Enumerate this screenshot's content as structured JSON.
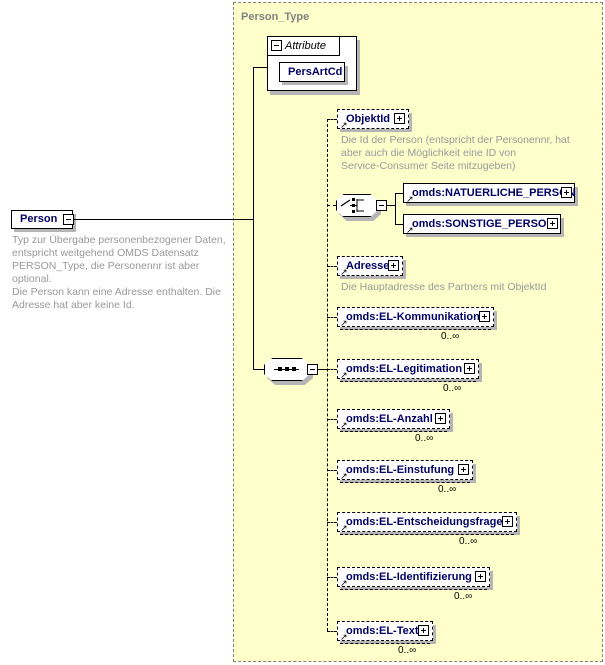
{
  "diagram": {
    "kind": "xml-schema-element-diagram",
    "root": {
      "name": "Person",
      "collapse_icon": "minus-icon",
      "annotation": "Typ zur Übergabe personenbezogener Daten,\nentspricht weitgehend OMDS Datensatz\nPERSON_Type, die Personennr ist aber optional.\nDie Person kann eine Adresse enthalten. Die\nAdresse hat aber keine Id."
    },
    "type_box": {
      "title": "Person_Type"
    },
    "attribute_group": {
      "label": "Attribute",
      "collapse_icon": "minus-icon",
      "attributes": [
        {
          "name": "PersArtCd"
        }
      ]
    },
    "sequence": {
      "compositor": "sequence",
      "collapse_icon": "minus-icon"
    },
    "choice": {
      "compositor": "choice",
      "collapse_icon": "minus-icon",
      "options": [
        {
          "name": "omds:NATUERLICHE_PERSON",
          "expand_icon": "plus-icon",
          "required": true
        },
        {
          "name": "omds:SONSTIGE_PERSON",
          "expand_icon": "plus-icon",
          "required": true
        }
      ]
    },
    "children": [
      {
        "name": "ObjektId",
        "expand_icon": "plus-icon",
        "optional": true,
        "repeatable": false,
        "occurs": "",
        "annotation": "Die Id der Person (entspricht der Personennr, hat\naber auch die Möglichkeit eine ID von\nService-Consumer Seite mitzugeben)"
      },
      {
        "name": "Adresse",
        "expand_icon": "plus-icon",
        "optional": true,
        "repeatable": false,
        "occurs": "",
        "annotation": "Die Hauptadresse des Partners mit ObjektId"
      },
      {
        "name": "omds:EL-Kommunikation",
        "expand_icon": "plus-icon",
        "optional": true,
        "repeatable": true,
        "occurs": "0..∞",
        "annotation": ""
      },
      {
        "name": "omds:EL-Legitimation",
        "expand_icon": "plus-icon",
        "optional": true,
        "repeatable": true,
        "occurs": "0..∞",
        "annotation": ""
      },
      {
        "name": "omds:EL-Anzahl",
        "expand_icon": "plus-icon",
        "optional": true,
        "repeatable": true,
        "occurs": "0..∞",
        "annotation": ""
      },
      {
        "name": "omds:EL-Einstufung",
        "expand_icon": "plus-icon",
        "optional": true,
        "repeatable": true,
        "occurs": "0..∞",
        "annotation": ""
      },
      {
        "name": "omds:EL-Entscheidungsfrage",
        "expand_icon": "plus-icon",
        "optional": true,
        "repeatable": true,
        "occurs": "0..∞",
        "annotation": ""
      },
      {
        "name": "omds:EL-Identifizierung",
        "expand_icon": "plus-icon",
        "optional": true,
        "repeatable": true,
        "occurs": "0..∞",
        "annotation": ""
      },
      {
        "name": "omds:EL-Text",
        "expand_icon": "plus-icon",
        "optional": true,
        "repeatable": true,
        "occurs": "0..∞",
        "annotation": ""
      }
    ],
    "colors": {
      "type_background": "#ffffcc",
      "type_border": "#808080",
      "element_label": "#000066",
      "annotation_text": "#999999",
      "shadow": "#b5b5b5"
    }
  }
}
